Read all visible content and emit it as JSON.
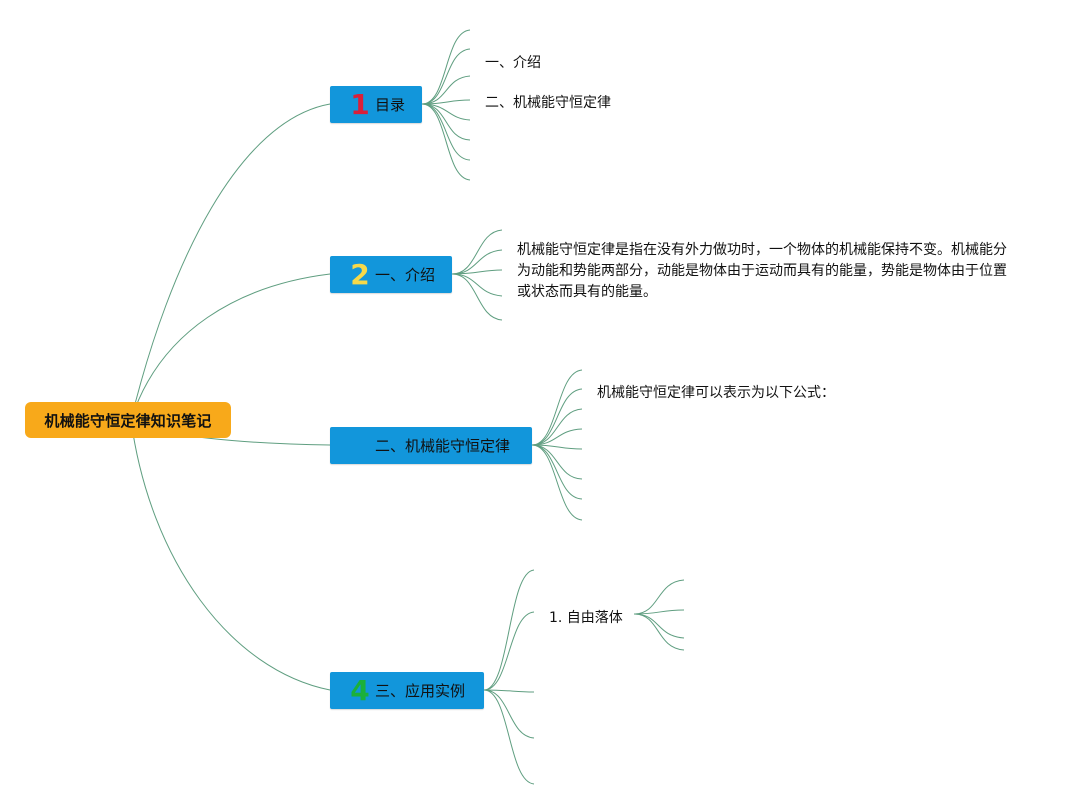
{
  "root": {
    "label": "机械能守恒定律知识笔记",
    "color": "#f8a91a"
  },
  "topic_color": "#1296db",
  "connector_color": "#5f9e80",
  "topics": [
    {
      "number": "1",
      "number_color": "#d8203a",
      "label": "目录",
      "children": [
        "一、介绍",
        "二、机械能守恒定律"
      ]
    },
    {
      "number": "2",
      "number_color": "#f5d94a",
      "label": "一、介绍",
      "children": [
        "机械能守恒定律是指在没有外力做功时，一个物体的机械能保持不变。机械能分为动能和势能两部分，动能是物体由于运动而具有的能量，势能是物体由于位置或状态而具有的能量。"
      ]
    },
    {
      "number": "",
      "label": "二、机械能守恒定律",
      "children": [
        "机械能守恒定律可以表示为以下公式："
      ]
    },
    {
      "number": "4",
      "number_color": "#1bb03a",
      "label": "三、应用实例",
      "children": [
        "1. 自由落体"
      ]
    }
  ]
}
